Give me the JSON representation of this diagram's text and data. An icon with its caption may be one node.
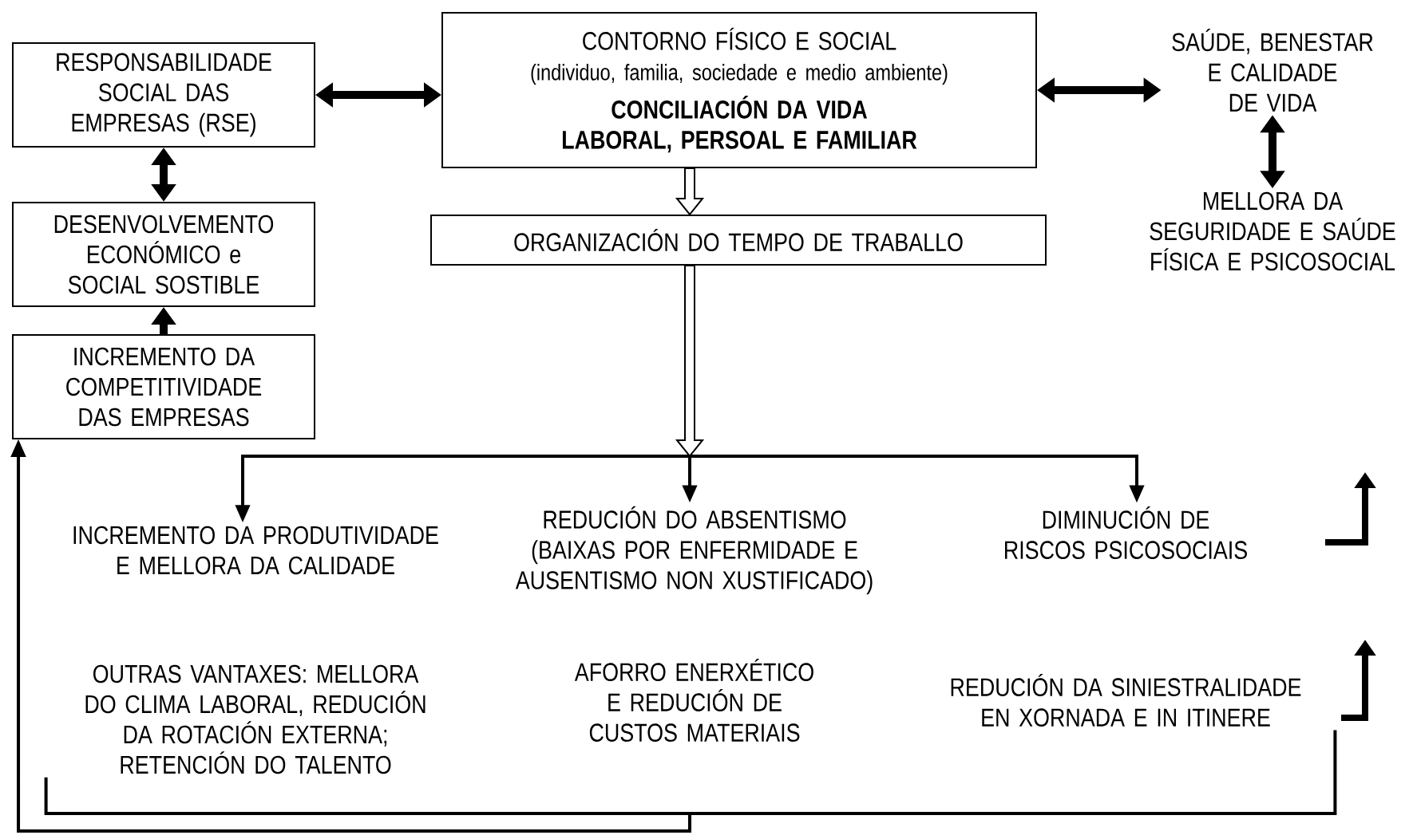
{
  "diagram": {
    "nodes": [
      {
        "text": [
          "RESPONSABILIDADE SOCIAL DAS EMPRESAS (RSE)"
        ]
      },
      {
        "text": [
          "DESENVOLVEMENTO ECONÓMICO e SOCIAL SOSTIBLE"
        ]
      },
      {
        "text": [
          "INCREMENTO DA COMPETITIVIDADE DAS EMPRESAS"
        ]
      },
      {
        "text": [
          "CONTORNO FÍSICO E SOCIAL",
          "(individuo, familia, sociedade e medio ambiente)",
          "CONCILIACIÓN DA VIDA LABORAL, PERSOAL E FAMILIAR"
        ]
      },
      {
        "text": [
          "ORGANIZACIÓN DO TEMPO DE TRABALLO"
        ]
      },
      {
        "text": [
          "SAÚDE, BENESTAR E CALIDADE DE VIDA"
        ]
      },
      {
        "text": [
          "MELLORA DA SEGURIDADE E SAÚDE FÍSICA E PSICOSOCIAL"
        ]
      },
      {
        "text": [
          "INCREMENTO DA PRODUTIVIDADE E MELLORA DA CALIDADE"
        ]
      },
      {
        "text": [
          "REDUCIÓN DO ABSENTISMO (BAIXAS POR ENFERMIDADE E AUSENTISMO NON XUSTIFICADO)"
        ]
      },
      {
        "text": [
          "DIMINUCIÓN DE RISCOS PSICOSOCIAIS"
        ]
      },
      {
        "text": [
          "OUTRAS VANTAXES: MELLORA DO CLIMA LABORAL, REDUCIÓN DA ROTACIÓN EXTERNA; RETENCIÓN DO TALENTO"
        ]
      },
      {
        "text": [
          "AFORRO ENERXÉTICO E REDUCIÓN DE CUSTOS MATERIAIS"
        ]
      },
      {
        "text": [
          "REDUCIÓN DA SINIESTRALIDADE EN XORNADA E IN ITINERE"
        ]
      }
    ],
    "edges": [
      {
        "from": 0,
        "to": 3,
        "arrow": "both",
        "style": "thick"
      },
      {
        "from": 0,
        "to": 1,
        "arrow": "both",
        "style": "thick"
      },
      {
        "from": 2,
        "to": 1,
        "arrow": "to",
        "style": "thick"
      },
      {
        "from": 3,
        "to": 4,
        "arrow": "to"
      },
      {
        "from": 3,
        "to": 5,
        "arrow": "both",
        "style": "thick"
      },
      {
        "from": 5,
        "to": 6,
        "arrow": "both",
        "style": "thick"
      },
      {
        "from": 4,
        "to": 7,
        "arrow": "to"
      },
      {
        "from": 4,
        "to": 8,
        "arrow": "to"
      },
      {
        "from": 4,
        "to": 9,
        "arrow": "to"
      },
      {
        "from": 10,
        "to": 2,
        "arrow": "to"
      },
      {
        "from": 12,
        "to": 2,
        "arrow": "to"
      }
    ]
  }
}
